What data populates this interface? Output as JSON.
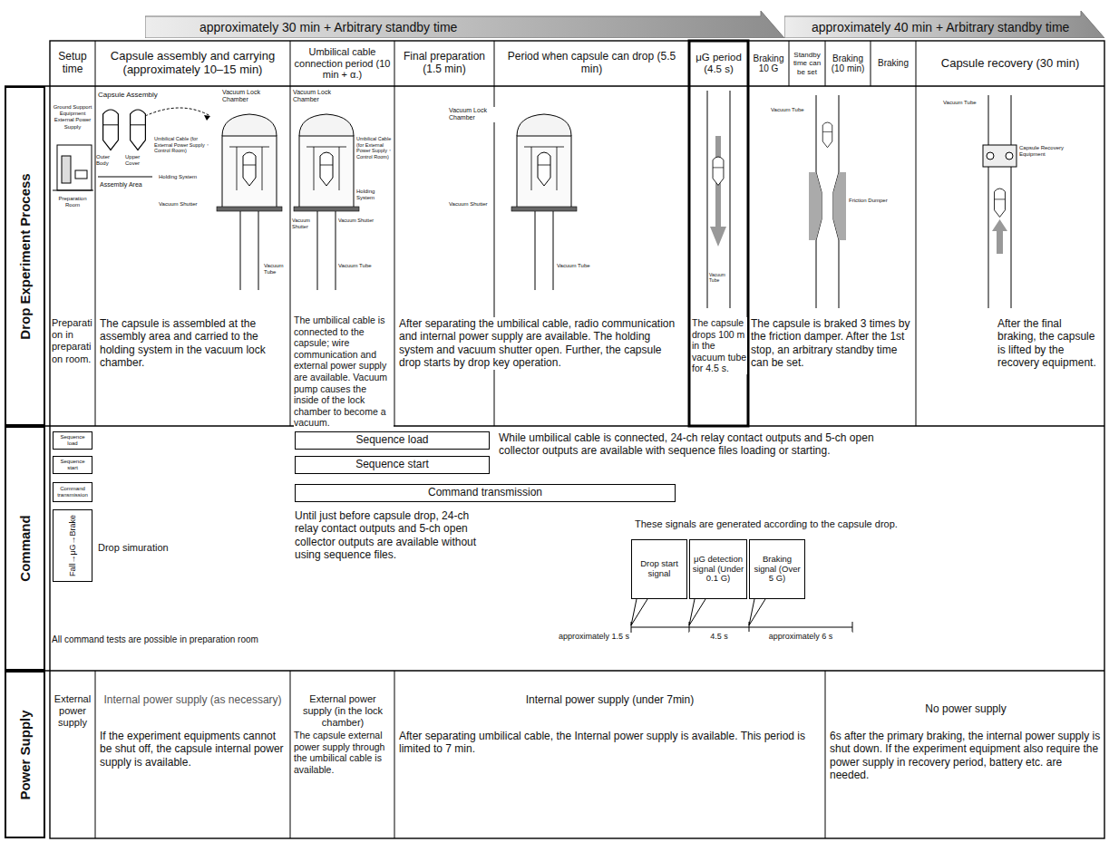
{
  "diagram": {
    "nodes": [
      {
        "text": [
          "approximately 30 min + Arbitrary standby time"
        ]
      },
      {
        "text": [
          "approximately 40 min + Arbitrary standby time"
        ]
      },
      {
        "text": [
          "Drop Experiment Process"
        ]
      },
      {
        "text": [
          "Command"
        ]
      },
      {
        "text": [
          "Power Supply"
        ]
      },
      {
        "text": [
          "Setup time"
        ]
      },
      {
        "text": [
          "Capsule assembly and carrying (approximately 10–15 min)"
        ]
      },
      {
        "text": [
          "Umbilical cable connection period (10 min + α.)"
        ]
      },
      {
        "text": [
          "Final preparation (1.5 min)"
        ]
      },
      {
        "text": [
          "Period when capsule can drop (5.5 min)"
        ]
      },
      {
        "text": [
          "μG period (4.5 s)"
        ]
      },
      {
        "text": [
          "Braking 10 G"
        ]
      },
      {
        "text": [
          "Standby time can be set"
        ]
      },
      {
        "text": [
          "Braking (10 min)"
        ]
      },
      {
        "text": [
          "Braking"
        ]
      },
      {
        "text": [
          "Capsule recovery (30 min)"
        ]
      },
      {
        "text": [
          "Sequence load"
        ]
      },
      {
        "text": [
          "Sequence start"
        ]
      },
      {
        "text": [
          "Command transmission"
        ]
      },
      {
        "text": [
          "Fall→μG→Brake"
        ]
      },
      {
        "text": [
          "Sequence load"
        ]
      },
      {
        "text": [
          "Sequence start"
        ]
      },
      {
        "text": [
          "Command transmission"
        ]
      },
      {
        "text": [
          "Drop start signal"
        ]
      },
      {
        "text": [
          "μG detection signal (Under 0.1 G)"
        ]
      },
      {
        "text": [
          "Braking signal (Over 5 G)"
        ]
      }
    ],
    "labels": [
      "Ground Support Equipment External Power Supply",
      "Preparation Room",
      "Capsule Assembly",
      "Outer Body",
      "Upper Cover",
      "Assembly Area",
      "Vacuum Lock Chamber",
      "Umbilical Cable (for External Power Supply・Control Room)",
      "Holding System",
      "Vacuum Shutter",
      "Vacuum Tube",
      "Vacuum Lock Chamber",
      "Umbilical Cable (for External Power Supply・Control Room)",
      "Holding System",
      "Vacuum Shutter",
      "Vacuum Shutter",
      "Vacuum Tube",
      "Vacuum Lock Chamber",
      "Vacuum Shutter",
      "Vacuum Tube",
      "Vacuum Tube",
      "Vacuum Tube",
      "Friction Dumper",
      "Vacuum Tube",
      "Capsule Recovery Equipment",
      "Preparation in preparation room.",
      "The capsule is assembled at the assembly area and carried to the holding system in the vacuum lock chamber.",
      "The umbilical cable is connected to the capsule; wire communication and external power supply are available. Vacuum pump causes the inside of the lock chamber to become a vacuum.",
      "After separating the umbilical cable, radio communication and internal power supply are available. The holding system and vacuum shutter open. Further, the capsule drop starts by drop key operation.",
      "The capsule drops 100 m in the vacuum tube for 4.5 s.",
      "The capsule is braked 3 times by the friction damper. After the 1st stop, an arbitrary standby time can be set.",
      "After the final braking, the capsule is lifted by the recovery equipment.",
      "While umbilical cable is connected, 24-ch relay contact outputs and 5-ch open collector outputs are available with sequence files loading or starting.",
      "Until just before capsule drop, 24-ch relay contact outputs and 5-ch open collector outputs are available without using sequence files.",
      "These signals are generated according to the capsule drop.",
      "Drop simuration",
      "All command tests are possible in preparation room",
      "approximately 1.5 s",
      "4.5 s",
      "approximately 6 s",
      "External power supply",
      "Internal power supply (as necessary)",
      "If the experiment equipments cannot be shut off, the capsule internal power supply is available.",
      "External power supply (in the lock chamber)",
      "The capsule external power supply through the umbilical cable is available.",
      "Internal power supply (under 7min)",
      "After separating umbilical cable, the Internal power supply is available. This period is limited to 7 min.",
      "No power supply",
      "6s after the primary braking, the internal power supply is shut down. If the experiment equipment also require the power supply in recovery period, battery etc. are needed."
    ]
  }
}
